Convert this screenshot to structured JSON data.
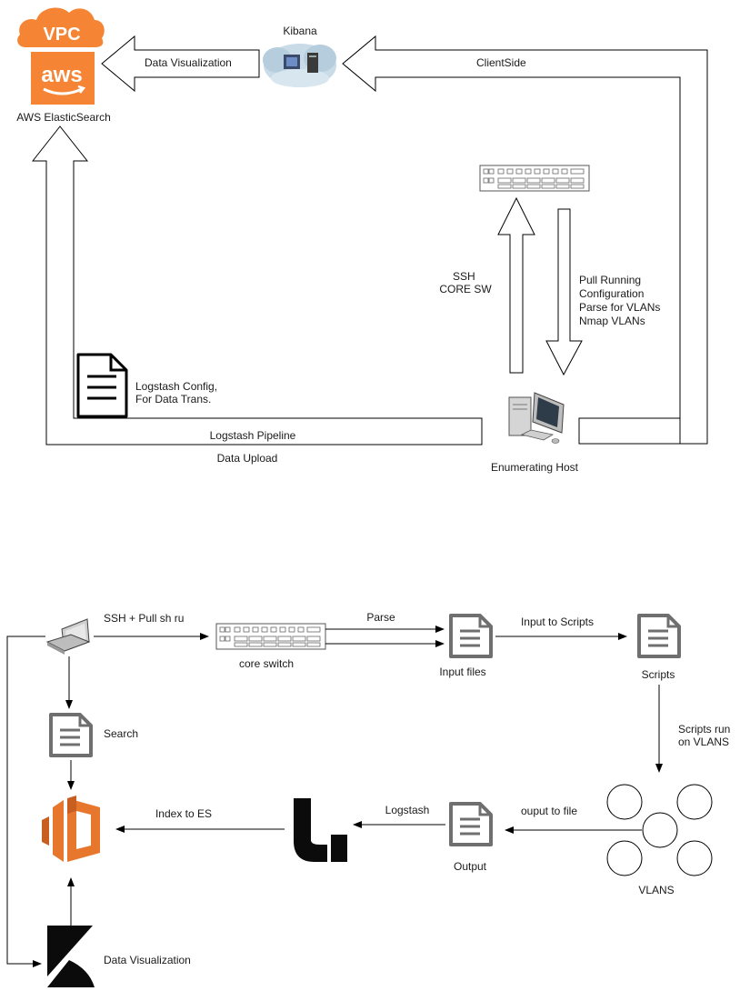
{
  "top": {
    "aws": {
      "badge": "VPC",
      "logo_text": "aws",
      "caption": "AWS ElasticSearch"
    },
    "kibana_caption": "Kibana",
    "data_visualization_label": "Data Visualization",
    "clientside_label": "ClientSide",
    "ssh_label": [
      "SSH",
      "CORE SW"
    ],
    "pull_label": [
      "Pull Running",
      "Configuration",
      "Parse for VLANs",
      "Nmap VLANs"
    ],
    "logstash_config_label": [
      "Logstash Config,",
      "For Data Trans."
    ],
    "logstash_pipeline_label": "Logstash Pipeline",
    "data_upload_label": "Data Upload",
    "host_caption": "Enumerating Host"
  },
  "bottom": {
    "ssh_pull_label": "SSH + Pull sh ru",
    "core_switch_caption": "core switch",
    "parse_label": "Parse",
    "input_files_caption": "Input files",
    "input_to_scripts_label": "Input to Scripts",
    "scripts_caption": "Scripts",
    "scripts_run_label": [
      "Scripts run",
      "on VLANS"
    ],
    "vlans_caption": "VLANS",
    "output_to_file_label": "ouput to file",
    "output_caption": "Output",
    "logstash_label": "Logstash",
    "index_to_es_label": "Index to ES",
    "search_caption": "Search",
    "data_visualization_caption": "Data Visualization"
  },
  "colors": {
    "aws_orange": "#f58534",
    "es_orange": "#e8772e",
    "doc_gray": "#6f6f6f",
    "line": "#000000"
  },
  "icons": [
    "vpc-cloud-icon",
    "aws-logo-icon",
    "kibana-cloud-icon",
    "network-switch-icon",
    "document-icon",
    "desktop-computer-icon",
    "laptop-icon",
    "elasticsearch-service-icon",
    "logstash-icon",
    "kibana-logo-icon",
    "vlan-circle-icon"
  ]
}
